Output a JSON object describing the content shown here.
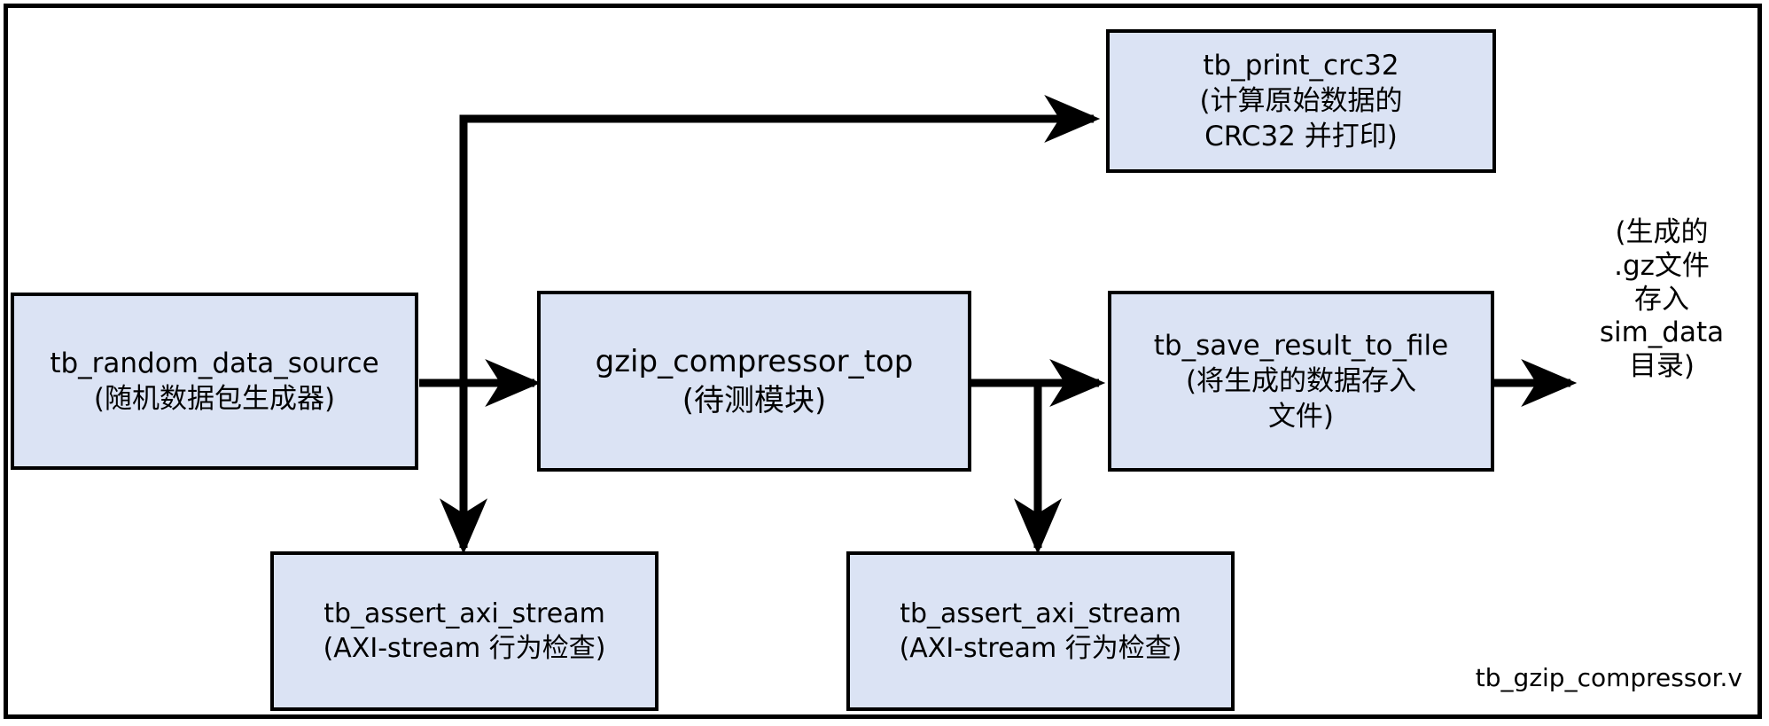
{
  "diagram": {
    "title_caption": "tb_gzip_compressor.v",
    "fill_color": "#dbe3f4",
    "stroke_color": "#000000",
    "background": "#ffffff",
    "nodes": {
      "random_data_source": {
        "line1": "tb_random_data_source",
        "line2": "(随机数据包生成器)"
      },
      "gzip_compressor_top": {
        "line1": "gzip_compressor_top",
        "line2": "(待测模块)"
      },
      "print_crc32": {
        "line1": "tb_print_crc32",
        "line2": "(计算原始数据的",
        "line3": "CRC32 并打印)"
      },
      "save_result_to_file": {
        "line1": "tb_save_result_to_file",
        "line2": "(将生成的数据存入",
        "line3": "文件)"
      },
      "assert_axi_stream_left": {
        "line1": "tb_assert_axi_stream",
        "line2": "(AXI-stream 行为检查)"
      },
      "assert_axi_stream_right": {
        "line1": "tb_assert_axi_stream",
        "line2": "(AXI-stream 行为检查)"
      }
    },
    "output_note": {
      "line1": "(生成的",
      "line2": ".gz文件",
      "line3": "存入",
      "line4": "sim_data",
      "line5": "目录)"
    },
    "edges": [
      {
        "name": "source-to-compressor",
        "from": "random_data_source",
        "to": "gzip_compressor_top",
        "style": "solid-arrow"
      },
      {
        "name": "source-branch-to-print-crc32",
        "from": "random_data_source",
        "to": "print_crc32",
        "style": "solid-arrow"
      },
      {
        "name": "source-branch-to-assert-left",
        "from": "random_data_source",
        "to": "assert_axi_stream_left",
        "style": "solid-arrow"
      },
      {
        "name": "compressor-to-save-result",
        "from": "gzip_compressor_top",
        "to": "save_result_to_file",
        "style": "solid-arrow"
      },
      {
        "name": "compressor-branch-to-assert-right",
        "from": "gzip_compressor_top",
        "to": "assert_axi_stream_right",
        "style": "solid-arrow"
      },
      {
        "name": "save-result-to-output-note",
        "from": "save_result_to_file",
        "to": "output_note",
        "style": "solid-arrow"
      }
    ]
  }
}
